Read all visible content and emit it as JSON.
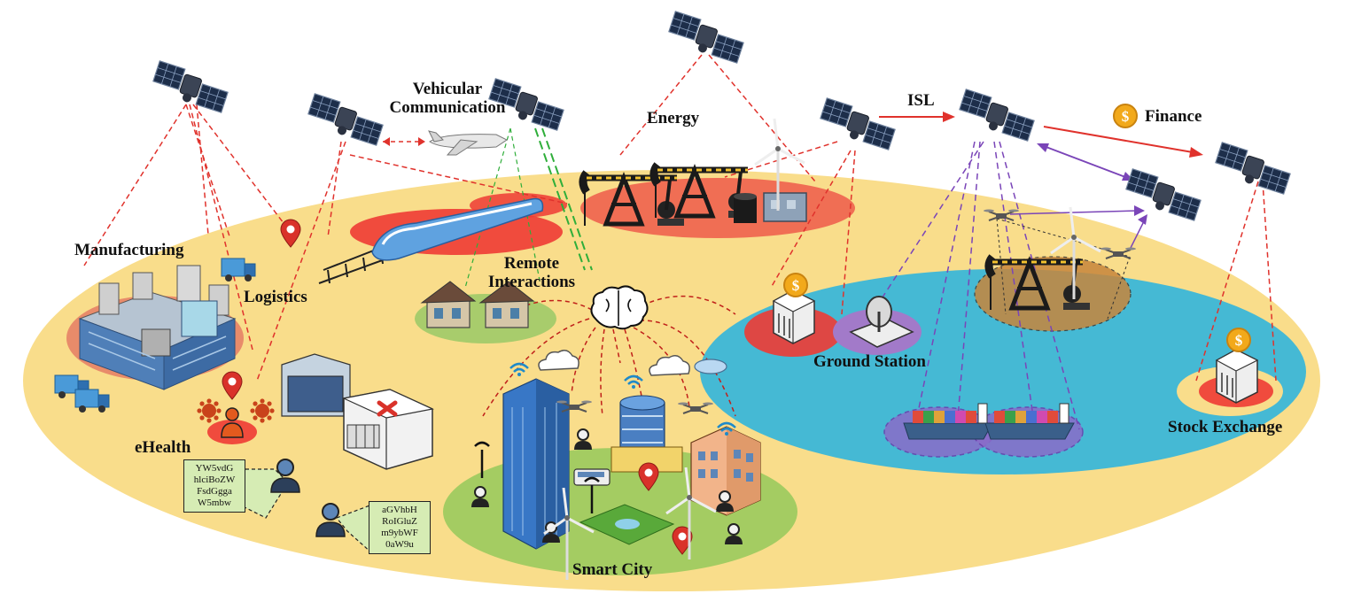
{
  "labels": {
    "vehicular": [
      "Vehicular",
      "Communication"
    ],
    "energy": "Energy",
    "isl": "ISL",
    "finance": "Finance",
    "manufacturing": "Manufacturing",
    "logistics": "Logistics",
    "remote": [
      "Remote",
      "Interactions"
    ],
    "ground_station": "Ground Station",
    "ehealth": "eHealth",
    "smart_city": "Smart City",
    "stock_exchange": "Stock Exchange"
  },
  "finance_symbol": "$",
  "code_blocks": [
    [
      "YW5vdG",
      "hlciBoZW",
      "FsdGgga",
      "W5mbw"
    ],
    [
      "aGVhbH",
      "RoIGluZ",
      "m9ybWF",
      "0aW9u"
    ]
  ],
  "colors": {
    "land": "#f9dd8b",
    "ocean": "#45b9d4",
    "red_links": "#e0322c",
    "green_links": "#2fae3a",
    "purple_links": "#7a45b8",
    "city_green": "#9fca5f",
    "coin": "#f2a91b"
  }
}
